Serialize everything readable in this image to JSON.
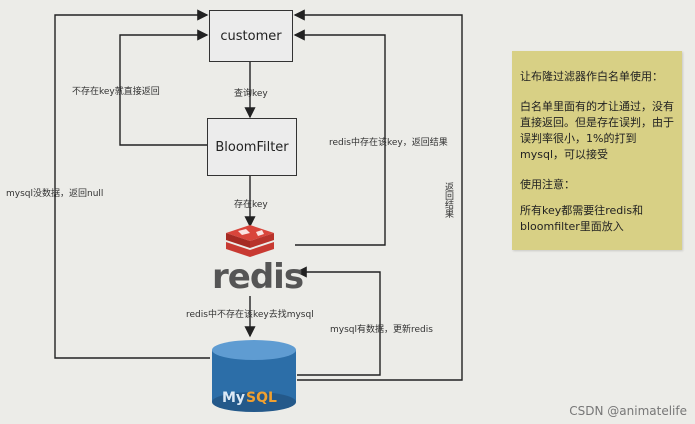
{
  "nodes": {
    "customer": "customer",
    "bloomfilter": "BloomFilter",
    "redis": "redis"
  },
  "edge_labels": {
    "query_key": "查询key",
    "key_exists": "存在key",
    "not_exist_return": "不存在key就直接返回",
    "redis_hit": "redis中存在该key，返回结果",
    "redis_miss": "redis中不存在该key去找mysql",
    "mysql_update": "mysql有数据，更新redis",
    "mysql_null": "mysql没数据，返回null",
    "return_result": "返回结果"
  },
  "note": {
    "line1": "让布隆过滤器作白名单使用：",
    "line2": "白名单里面有的才让通过，没有直接返回。但是存在误判，由于误判率很小，1%的打到mysql，可以接受",
    "line3": "使用注意：",
    "line4": "所有key都需要往redis和bloomfilter里面放入"
  },
  "watermark": "CSDN @animatelife",
  "colors": {
    "redis_red": "#c83a32",
    "mysql_blue": "#2c6ea8",
    "note_bg": "#d8d085"
  }
}
